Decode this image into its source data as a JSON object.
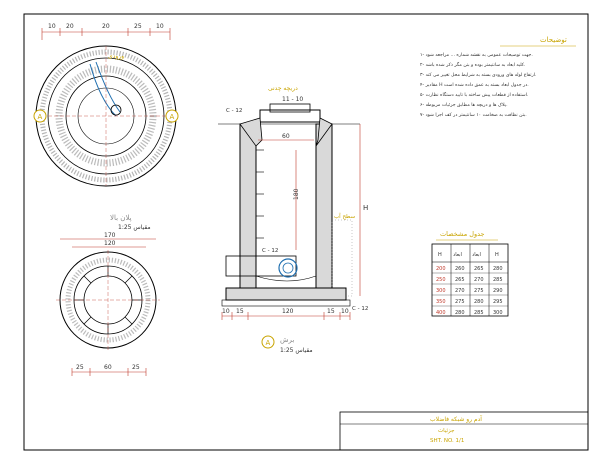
{
  "colors": {
    "outline": "#000000",
    "concrete": "#7a7a7a",
    "dimension": "#c0392b",
    "label": "#c9a400",
    "pipe": "#1f6fb0",
    "marker": "#c9a400"
  },
  "plan_top": {
    "dim_labels": [
      "10",
      "20",
      "20",
      "25",
      "10"
    ],
    "inlet_label": "ورودی",
    "section_marker": "A",
    "caption": "پلان بالا",
    "scale": "مقیاس 1:25"
  },
  "plan_bottom": {
    "dim_top_outer": "170",
    "dim_top_inner": "120",
    "dim_bottom": [
      "25",
      "60",
      "25"
    ]
  },
  "section": {
    "top_label": "دریچه چدنی",
    "ring_label": "11 - 10",
    "left_note": "C - 12",
    "width_label": "60",
    "height_label": "180",
    "right_dim": "H",
    "mid_label": "C - 12",
    "mid_right_note": "سطح آب",
    "bottom_dims": [
      "10",
      "15",
      "120",
      "15",
      "10"
    ],
    "base_label": "C - 12",
    "caption": "برش",
    "scale": "مقیاس 1:25",
    "section_marker": "A"
  },
  "notes": {
    "title": "توضیحات",
    "lines": [
      "۱- جهت توضیحات عمومی به نقشه شماره ... مراجعه شود.",
      "۲- کلیه ابعاد به سانتیمتر بوده و بتن مگر ذکر شده باشد.",
      "۳- ارتفاع لوله های ورودی بسته به شرایط محل تغییر می کند.",
      "۴- مقادیر H در جدول ابعاد بسته به عمق داده شده است.",
      "۵- استفاده از قطعات پیش ساخته با تایید دستگاه نظارت.",
      "۶- پلاک ها و دریچه ها مطابق جزئیات مربوطه.",
      "۷- بتن نظافت به ضخامت ۱۰ سانتیمتر در کف اجرا شود."
    ]
  },
  "table": {
    "title": "جدول مشخصات",
    "headers": [
      "H",
      "ابعاد",
      "ابعاد",
      "H"
    ],
    "rows": [
      [
        "200",
        "260",
        "265",
        "280"
      ],
      [
        "250",
        "265",
        "270",
        "285"
      ],
      [
        "300",
        "270",
        "275",
        "290"
      ],
      [
        "350",
        "275",
        "280",
        "295"
      ],
      [
        "400",
        "280",
        "285",
        "300"
      ]
    ]
  },
  "title_block": {
    "line1": "آدم رو شبکه فاضلاب",
    "line2": "جزئیات",
    "line3": "SHT. NO. 1/1"
  }
}
